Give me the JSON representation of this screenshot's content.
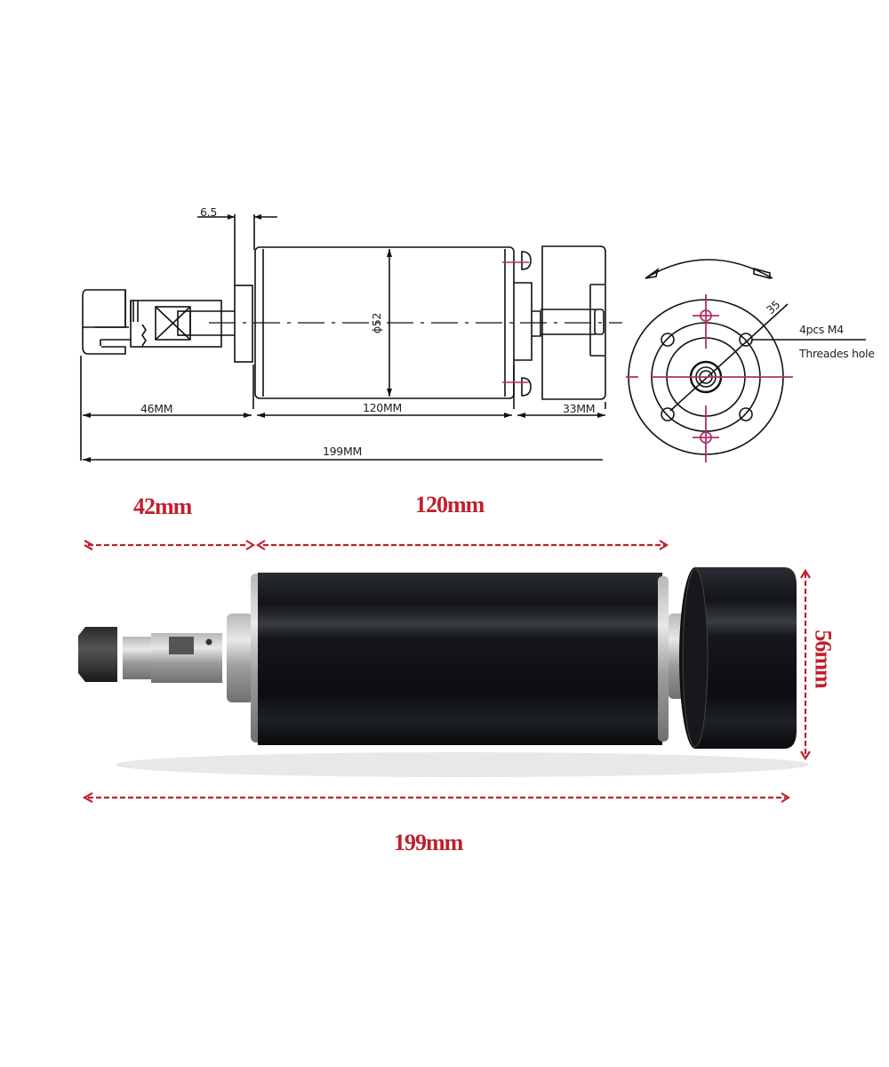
{
  "technical_drawing": {
    "side_view": {
      "flange_thickness_label": "6.5",
      "body_diameter_label": "ϕ52",
      "collet_length_label": "46MM",
      "body_length_label": "120MM",
      "fan_length_label": "33MM",
      "total_length_label": "199MM"
    },
    "end_view": {
      "bolt_circle_label": "35",
      "hole_callout_line1": "4pcs M4",
      "hole_callout_line2": "Threades hole"
    },
    "colors": {
      "line": "#111111",
      "centerline": "#b0306a"
    }
  },
  "photo_annotations": {
    "collet_length_label": "42mm",
    "body_length_label": "120mm",
    "diameter_label": "56mm",
    "total_length_label": "199mm",
    "color": "#c0202f"
  }
}
